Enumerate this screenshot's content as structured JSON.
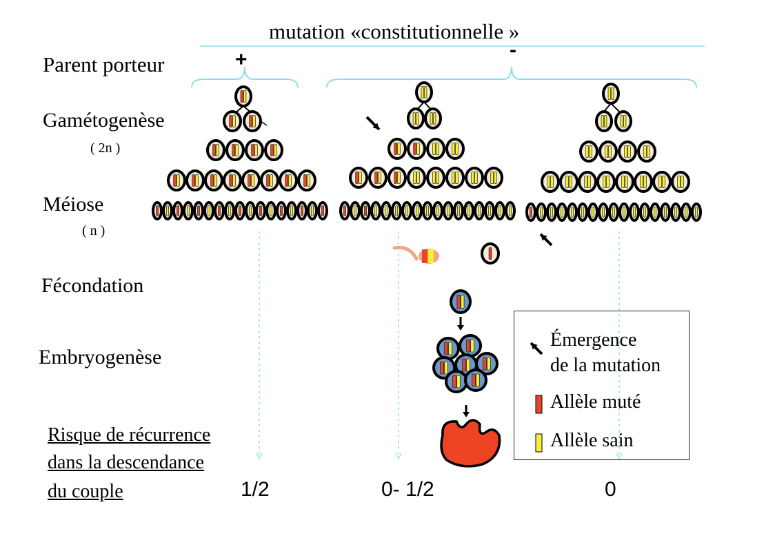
{
  "title": "mutation «constitutionnelle »",
  "parent_label": "Parent porteur",
  "parent_plus": "+",
  "parent_minus": "-",
  "stages": {
    "gametogenese": "Gamétogenèse",
    "two_n": "( 2n )",
    "meiose": "Méiose",
    "n": "( n )",
    "fecondation": "Fécondation",
    "embryogenese": "Embryogenèse"
  },
  "risk_label": [
    "Risque de récurrence",
    "dans la descendance",
    "du couple"
  ],
  "risks": [
    "1/2",
    "0- 1/2",
    "0"
  ],
  "legend": {
    "emergence_line1": "Émergence",
    "emergence_line2": "de la mutation",
    "mutant": "Allèle muté",
    "healthy": "Allèle sain"
  },
  "colors": {
    "mutant": "#e8462a",
    "healthy": "#f6ee3a",
    "cell_fill": "#f3ecdc",
    "zygote": "#6d98c9",
    "brace": "#8fdcec",
    "guide": "#9fe6f0",
    "sperm": "#f2a687",
    "embryo": "#ee4423"
  }
}
